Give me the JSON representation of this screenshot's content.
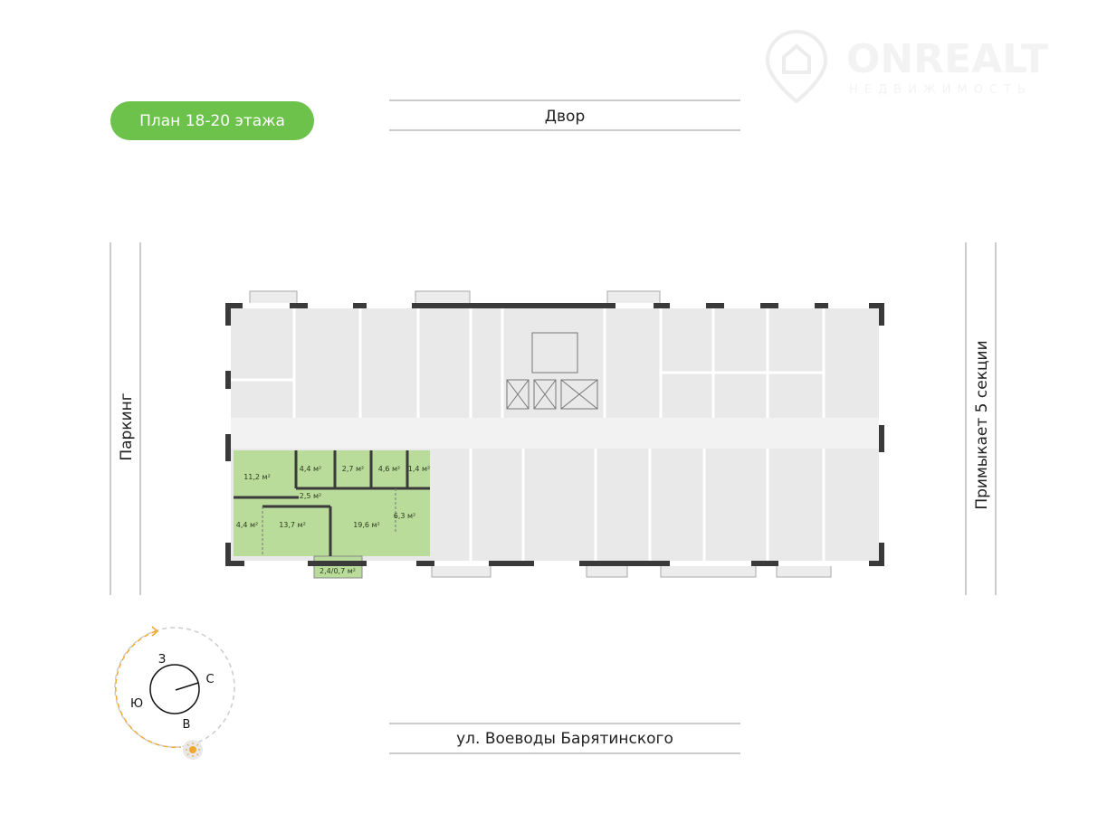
{
  "plan_badge": "План 18-20 этажа",
  "logo": {
    "name": "ONREALT",
    "tagline": "недвижимость"
  },
  "streets": {
    "top": "Двор",
    "bottom": "ул. Воеводы Барятинского",
    "left": "Паркинг",
    "right": "Примыкает 5 секции"
  },
  "apartment": {
    "highlight_color": "#b9dc9a",
    "rooms": [
      "11,2 м²",
      "4,4 м²",
      "2,7 м²",
      "4,6 м²",
      "1,4 м²",
      "2,5 м²",
      "4,4 м²",
      "13,7 м²",
      "19,6 м²",
      "6,3 м²"
    ],
    "balcony": "2,4/0,7 м²"
  },
  "compass": {
    "north": "С",
    "south": "Ю",
    "east": "В",
    "west": "З",
    "sun_color": "#f0a830"
  }
}
